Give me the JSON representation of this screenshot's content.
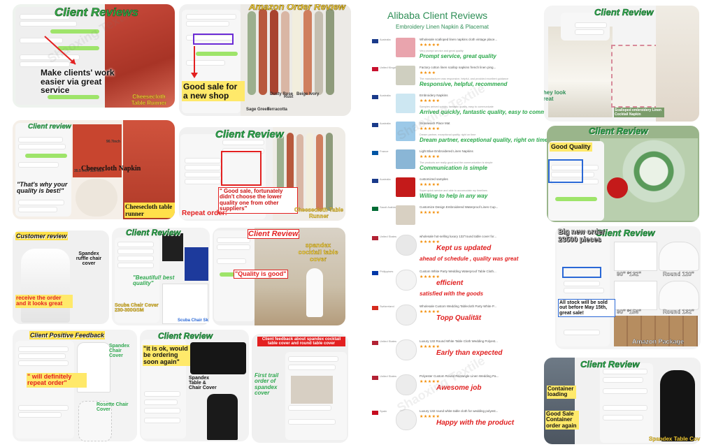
{
  "watermark": "Shaoxing Textile",
  "tiles": {
    "t1": {
      "title": "Client Reviews",
      "callout": "Make clients' work easier via great service",
      "label": "Cheesecloth Table Runner"
    },
    "t2": {
      "title": "Amazon Order Review",
      "callout": "Good sale for a new shop",
      "colors": [
        "Sage Green",
        "Terracotta",
        "Dusty Rose",
        "Rust",
        "Beige",
        "Ivory"
      ]
    },
    "t3": {
      "title": "Client review",
      "quote": "\"That's why your quality is best!\"",
      "napkin_label": "Cheesecloth Napkin",
      "runner_label": "Cheesecloth table runner",
      "dim1": "90.7inch",
      "dim2": "35.5 inch 118 inch"
    },
    "t4": {
      "title": "Client Review",
      "callout": "\" Good sale, fortunately didn't choose the lower quality one from other suppliers\"",
      "repeat": "Repeat order:",
      "label": "Cheesecloth Table Runner"
    },
    "t5": {
      "title": "Alibaba Client Reviews",
      "subtitle": "Embroidery Linen Napkin & Placemat",
      "rows": [
        {
          "country": "Australia",
          "flag": "#1a3a8a",
          "product": "Wholesale scalloped linen napkins cloth vintage place...",
          "stars": "★★★★★",
          "text": "Very prompt service and great quality",
          "hl": "Prompt service, great quality",
          "hlcolor": "#2aa84a",
          "thumb": "#e9a4ad"
        },
        {
          "country": "United Kingdom",
          "flag": "#c8102e",
          "product": "Factory cotton linen scallop napkins french linen ping...",
          "stars": "★★★★",
          "text": "The manufacturer was responsive, helpful, and provided excellent guidance",
          "hl": "Responsive, helpful, recommend",
          "hlcolor": "#2aa84a",
          "thumb": "#cfcfc0"
        },
        {
          "country": "Australia",
          "flag": "#1a3a8a",
          "product": "Embroidery Napkins",
          "stars": "★★★★★",
          "text": "Samples arrived quickly, fantastic quality, easy to communicate",
          "hl": "Arrived quickly, fantastic quality, easy to communicate",
          "hlcolor": "#2aa84a",
          "thumb": "#cde7f2"
        },
        {
          "country": "Australia",
          "flag": "#1a3a8a",
          "product": "Stonewash Place Mat",
          "stars": "★★★★★",
          "text": "Dream partner, exceptional quality, right on time",
          "hl": "Dream partner, exceptional quality, right on time",
          "hlcolor": "#2aa84a",
          "thumb": "#9cc9e8"
        },
        {
          "country": "France",
          "flag": "#0055a4",
          "product": "Light Blue Embroidered Linen Napkins",
          "stars": "★★★★★",
          "text": "The products are really good and the communication is simple",
          "hl": "Communication is simple",
          "hlcolor": "#2aa84a",
          "thumb": "#8ab6d6"
        },
        {
          "country": "Australia",
          "flag": "#1a3a8a",
          "product": "customized samples",
          "stars": "★★★★★",
          "text": "Super quick service and able to accomodate my timelines",
          "hl": "Willing to help in any way",
          "hlcolor": "#2aa84a",
          "thumb": "#c41a1a"
        },
        {
          "country": "Saudi Arabia",
          "flag": "#006c35",
          "product": "Customize Design Embroidered Waterproof Linen Cup...",
          "stars": "★★★★★",
          "text": "",
          "hl": "",
          "hlcolor": "#2aa84a",
          "thumb": "#d8d0c2"
        }
      ]
    },
    "t6": {
      "title": "Client Review",
      "they_look": "They look great",
      "label": "Scalloped embroidery Linen Cocktail Napkin"
    },
    "t7": {
      "title": "Client Review",
      "callout": "Good Quality"
    },
    "t8": {
      "title": "Customer review",
      "label": "Spandex ruffle chair cover",
      "callout": "receive the order and it looks great"
    },
    "t9": {
      "title": "Client Review",
      "callout": "\"Beautiful! best quality\"",
      "label": "Scuba Chair Cover 230-300GSM",
      "label2": "Scuba Chair Sk"
    },
    "t10": {
      "title": "Client Review",
      "callout": "\"Quality is good\"",
      "label": "spandex cocktail table cover"
    },
    "t11": {
      "title": "Client Positive Feedback",
      "callout": "\" will definitely repeat order\"",
      "label1": "Spandex Chair Cover",
      "label2": "Rosette Chair Cover"
    },
    "t12": {
      "title": "Client Review",
      "callout": "\"it is ok, would be ordering soon again\"",
      "label": "Spandex Table & Chair Cover"
    },
    "t13": {
      "title": "Client feedback about spandex cocktail table cover and round table cover",
      "callout": "First trail order of spandex cover"
    },
    "t14": {
      "rows": [
        {
          "country": "United States",
          "flag": "#b22234",
          "product": "wholesale hot-selling luxury 132\"round table cover for...",
          "hl": "Kept us updated",
          "hlcolor": "#e02020",
          "hl2": "ahead of schedule , quality was great",
          "thumb": "#e8e8e8"
        },
        {
          "country": "Philippines",
          "flag": "#0038a8",
          "product": "Custom White Party Wedding Waterproof Table Cloth...",
          "hl": "efficient",
          "hlcolor": "#e02020",
          "hl2": "satisfied with the goods",
          "thumb": "#f4f4f4"
        },
        {
          "country": "Switzerland",
          "flag": "#d52b1e",
          "product": "Wholesale Custom Wedding Tablecloth Party White P...",
          "hl": "Topp Qualität",
          "hlcolor": "#e02020",
          "hl2": "",
          "thumb": "#efefef"
        },
        {
          "country": "United States",
          "flag": "#b22234",
          "product": "Luxury 132 Round White Table Cloth Wedding Polyest...",
          "hl": "Early than expected",
          "hlcolor": "#e02020",
          "hl2": "",
          "thumb": "#f2f2f2"
        },
        {
          "country": "United States",
          "flag": "#b22234",
          "product": "Polyester Custom Round Rectangle Linen Wedding Pa...",
          "hl": "Awesome job",
          "hlcolor": "#e02020",
          "hl2": "",
          "thumb": "#ececec"
        },
        {
          "country": "Spain",
          "flag": "#c60b1e",
          "product": "Luxury 132 round white table cloth for wedding polyest...",
          "hl": "Happy with the product",
          "hlcolor": "#e02020",
          "hl2": "",
          "thumb": "#f0f0f0"
        }
      ],
      "stars": "★★★★★"
    },
    "t15": {
      "title": "Client Review",
      "new_order": "Big new order 23500 pieces",
      "stock": "All stock will be sold out before May 15th, great sale!",
      "sizes": [
        "90\" *132\"",
        "Round 120\"",
        "90\" *156\"",
        "Round 132\""
      ],
      "amazon": "Amazon Package"
    },
    "t16": {
      "title": "Client Review",
      "loading": "Container loading",
      "good_sale": "Good Sale Container order again",
      "label": "Spandex Table Cover"
    }
  }
}
